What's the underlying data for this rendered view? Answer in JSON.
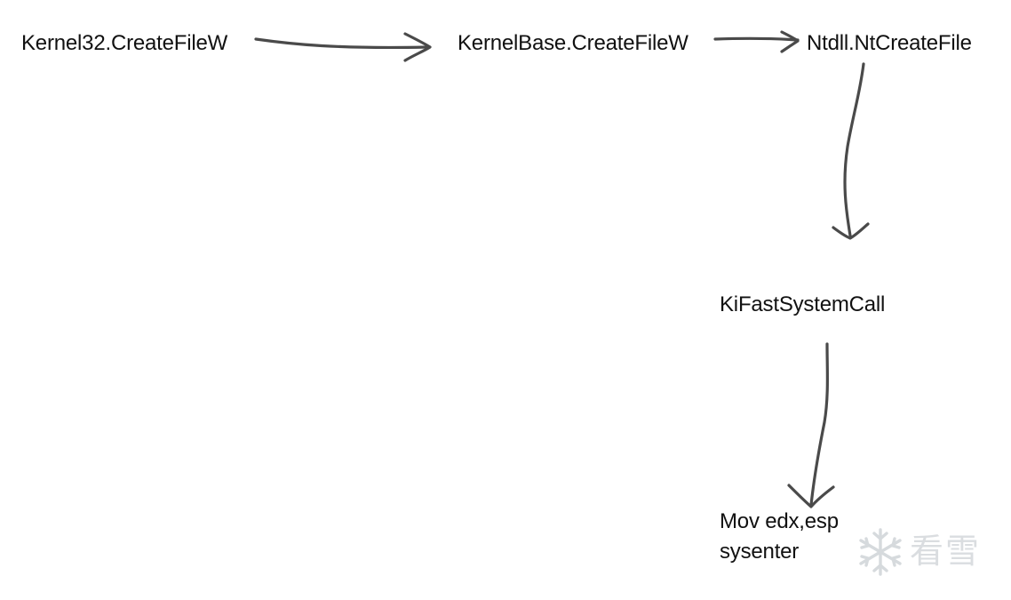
{
  "nodes": {
    "kernel32": "Kernel32.CreateFileW",
    "kernelbase": "KernelBase.CreateFileW",
    "ntdll": "Ntdll.NtCreateFile",
    "kifast": "KiFastSystemCall",
    "instr_line1": "Mov edx,esp",
    "instr_line2": "sysenter"
  },
  "watermark": {
    "text": "看雪",
    "icon": "snowflake-icon"
  },
  "colors": {
    "text": "#111111",
    "arrow": "#4a4a4a",
    "watermark": "#d6dadd"
  }
}
